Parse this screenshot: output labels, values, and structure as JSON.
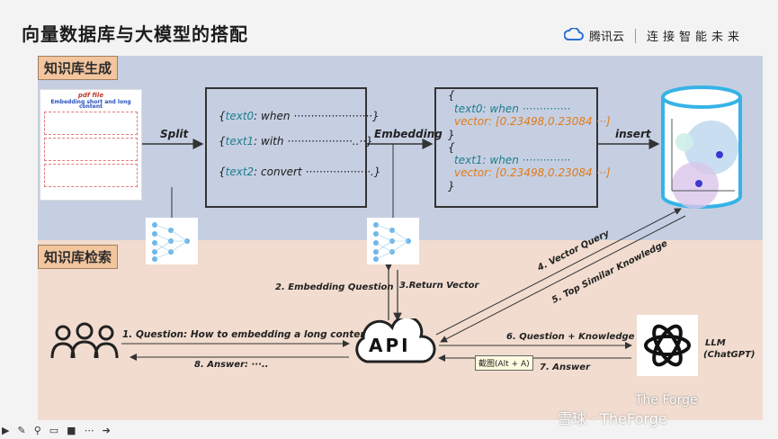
{
  "header": {
    "title": "向量数据库与大模型的搭配",
    "brand_name": "腾讯云",
    "brand_slogan": "连接智能未来"
  },
  "sections": {
    "build": "知识库生成",
    "retrieve": "知识库检索"
  },
  "document": {
    "file_label": "pdf file",
    "title": "Embedding short and long content"
  },
  "chunks": {
    "text0_key": "text0",
    "text0_rest": ": when ·······················}",
    "text1_key": "text1",
    "text1_rest": ": with ···················..··}",
    "text2_key": "text2",
    "text2_rest": ": convert ···················.}"
  },
  "vectors": {
    "b1": "{",
    "t0": "text0: when ··············",
    "v0": "vector: [0.23498,0.23084 ···]",
    "b2": "}",
    "b3": "{",
    "t1": "text1: when ··············",
    "v1": "vector: [0.23498,0.23084 ···]",
    "b4": "}"
  },
  "labels": {
    "split": "Split",
    "embedding": "Embedding",
    "insert": "insert",
    "embedding_question": "2. Embedding Question",
    "return_vector": "3.Return Vector",
    "vector_query": "4. Vector Query",
    "top_similar": "5. Top Similar Knowledge",
    "question": "1. Question:  How to embedding a long content?",
    "answer": "8. Answer:  ···..",
    "question_knowledge": "6. Question + Knowledge",
    "answer7": "7. Answer",
    "api": "API",
    "llm": "LLM",
    "llm_sub": "(ChatGPT)"
  },
  "tooltip": "截图(Alt + A)",
  "watermark": {
    "main": "雪球 · TheForge",
    "brand": "The Forge"
  },
  "colors": {
    "panel_top": "#c6cfe2",
    "panel_bottom": "#f1dccf",
    "tag_bg": "#f2c59e",
    "accent_blue": "#1e7d8c",
    "accent_orange": "#e07b1a",
    "db_blue": "#36b3e6"
  }
}
